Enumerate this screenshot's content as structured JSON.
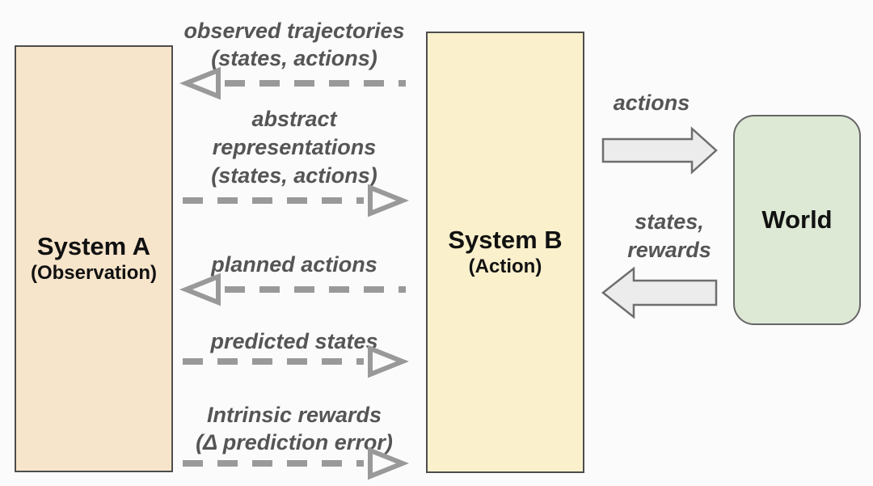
{
  "diagram": {
    "title": "Two-system agent architecture interacting with world",
    "background_color": "#fbfbfb"
  },
  "boxes": {
    "system_a": {
      "title": "System A",
      "subtitle": "(Observation)",
      "fill": "#f7e5cb",
      "border": "#4d4d4d"
    },
    "system_b": {
      "title": "System B",
      "subtitle": "(Action)",
      "fill": "#faf0cc",
      "border": "#4d4d4d"
    },
    "world": {
      "title": "World",
      "fill": "#dde9d5",
      "border": "#666666"
    }
  },
  "channels": [
    {
      "label": "observed trajectories\n(states, actions)",
      "direction": "left",
      "from": "System B",
      "to": "System A"
    },
    {
      "label": "abstract\nrepresentations\n(states, actions)",
      "direction": "right",
      "from": "System A",
      "to": "System B"
    },
    {
      "label": "planned actions",
      "direction": "left",
      "from": "System B",
      "to": "System A"
    },
    {
      "label": "predicted states",
      "direction": "right",
      "from": "System A",
      "to": "System B"
    },
    {
      "label": "Intrinsic rewards\n(Δ prediction error)",
      "direction": "right",
      "from": "System A",
      "to": "System B"
    }
  ],
  "world_io": [
    {
      "label": "actions",
      "direction": "right",
      "from": "System B",
      "to": "World"
    },
    {
      "label": "states,\nrewards",
      "direction": "left",
      "from": "World",
      "to": "System B"
    }
  ],
  "colors": {
    "dashed_arrow": "#999999",
    "label_text": "#555555",
    "block_arrow_fill": "#ececec",
    "block_arrow_stroke": "#6e6e6e"
  }
}
